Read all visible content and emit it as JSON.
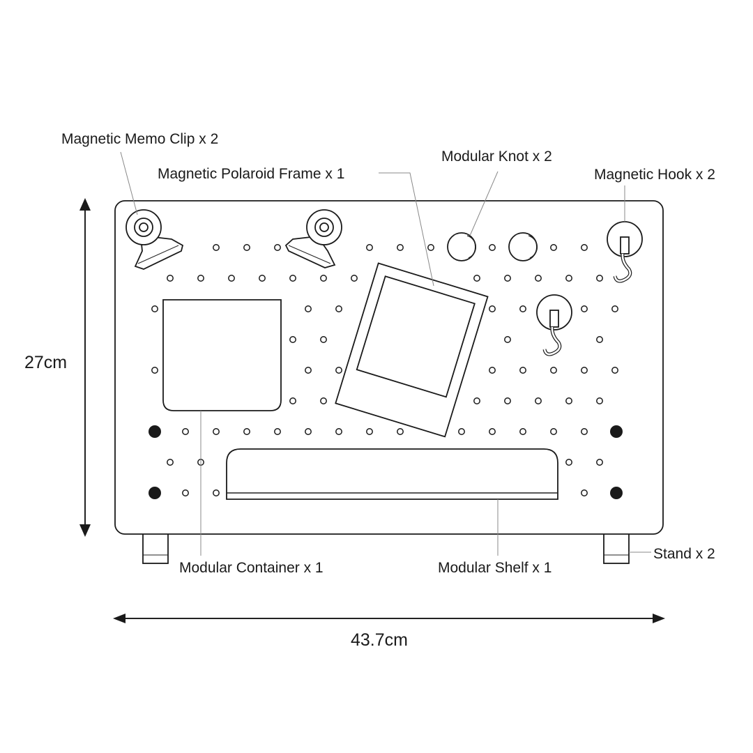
{
  "labels": {
    "memo_clip": "Magnetic Memo Clip  x 2",
    "polaroid_frame": "Magnetic Polaroid Frame  x 1",
    "modular_knot": "Modular Knot  x 2",
    "magnetic_hook": "Magnetic Hook x 2",
    "modular_container": "Modular Container  x 1",
    "modular_shelf": "Modular Shelf  x 1",
    "stand": "Stand x 2"
  },
  "dimensions": {
    "height": "27cm",
    "width": "43.7cm"
  },
  "icons": [
    "memo-clip-icon",
    "polaroid-frame-icon",
    "knot-icon",
    "hook-icon",
    "container-icon",
    "shelf-icon",
    "stand-icon",
    "magnet-icon",
    "peg-hole-icon",
    "dimension-arrow-icon"
  ],
  "colors": {
    "line": "#1a1a1a",
    "background": "#ffffff"
  }
}
